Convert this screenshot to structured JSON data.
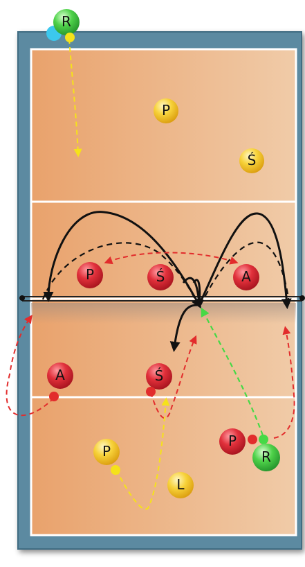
{
  "court": {
    "colors": {
      "frame": "#5b8aa1",
      "frame_edge": "#426f86",
      "floor_top": "#eec29c",
      "floor_bottom": "#e7a673",
      "line": "#ffffff",
      "net": "#222222",
      "red_token": "#d8232e",
      "yellow_token": "#f2c21a",
      "green_token": "#3cc53c",
      "cyan_dot": "#3cc8ee",
      "arrow_yellow": "#f5e21a",
      "arrow_red": "#e22c2c",
      "arrow_green": "#46d946",
      "arrow_black": "#111111"
    }
  },
  "players": {
    "top_R": {
      "label": "R",
      "team": "green"
    },
    "top_P": {
      "label": "P",
      "team": "yellow"
    },
    "top_S": {
      "label": "Ś",
      "team": "yellow"
    },
    "net_P": {
      "label": "P",
      "team": "red"
    },
    "net_S": {
      "label": "Ś",
      "team": "red"
    },
    "net_A": {
      "label": "A",
      "team": "red"
    },
    "low_A": {
      "label": "A",
      "team": "red"
    },
    "low_S": {
      "label": "Ś",
      "team": "red"
    },
    "bot_P_red": {
      "label": "P",
      "team": "red"
    },
    "bot_R": {
      "label": "R",
      "team": "green"
    },
    "bot_P_yellow": {
      "label": "P",
      "team": "yellow"
    },
    "bot_L": {
      "label": "L",
      "team": "yellow"
    }
  }
}
